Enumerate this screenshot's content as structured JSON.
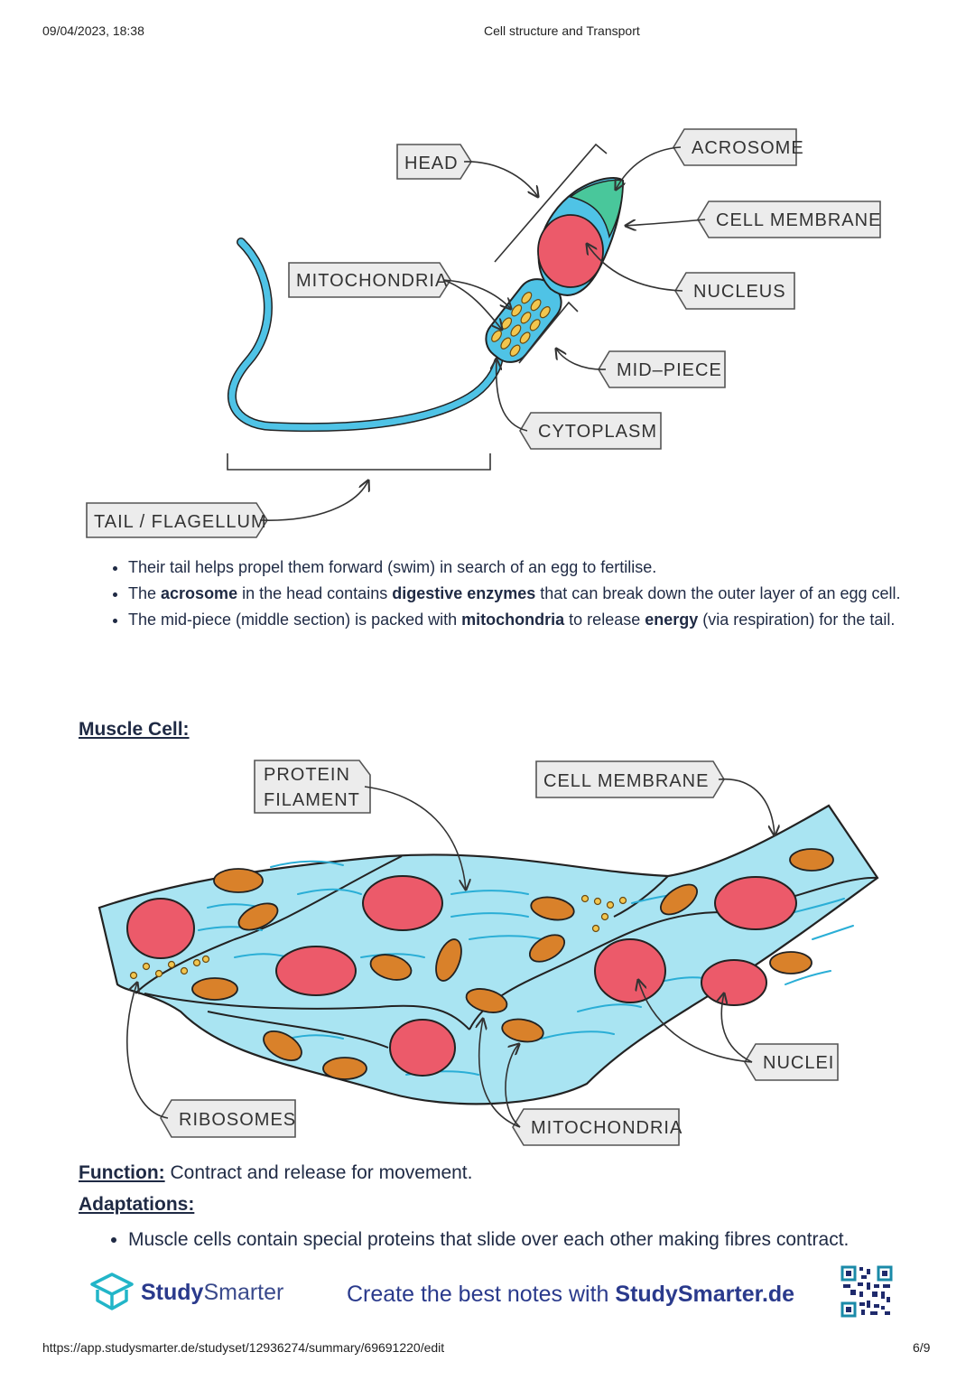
{
  "header": {
    "datetime": "09/04/2023, 18:38",
    "title": "Cell structure and Transport"
  },
  "sperm_diagram": {
    "labels": {
      "head": "HEAD",
      "acrosome": "ACROSOME",
      "cell_membrane": "CELL   MEMBRANE",
      "mitochondria": "MITOCHONDRIA",
      "nucleus": "NUCLEUS",
      "mid_piece": "MID–PIECE",
      "cytoplasm": "CYTOPLASM",
      "tail": "TAIL / FLAGELLUM"
    }
  },
  "sperm_points": [
    {
      "parts": [
        {
          "t": "Their tail helps propel them forward (swim) in search of an egg to fertilise.",
          "b": false
        }
      ]
    },
    {
      "parts": [
        {
          "t": "The ",
          "b": false
        },
        {
          "t": "acrosome",
          "b": true
        },
        {
          "t": " in the head contains ",
          "b": false
        },
        {
          "t": "digestive enzymes",
          "b": true
        },
        {
          "t": " that can break down the outer layer of an egg cell.",
          "b": false
        }
      ]
    },
    {
      "parts": [
        {
          "t": "The mid-piece (middle section) is packed with ",
          "b": false
        },
        {
          "t": "mitochondria",
          "b": true
        },
        {
          "t": " to release ",
          "b": false
        },
        {
          "t": "energy",
          "b": true
        },
        {
          "t": " (via respiration) for the tail.",
          "b": false
        }
      ]
    }
  ],
  "muscle_section": {
    "title": "Muscle Cell:"
  },
  "muscle_diagram": {
    "labels": {
      "protein_filament_1": "PROTEIN",
      "protein_filament_2": "FILAMENT",
      "cell_membrane": "CELL   MEMBRANE",
      "ribosomes": "RIBOSOMES",
      "mitochondria": "MITOCHONDRIA",
      "nuclei": "NUCLEI"
    }
  },
  "function": {
    "label": "Function:",
    "text": " Contract and release for movement."
  },
  "adaptations": {
    "label": "Adaptations:",
    "items": [
      "Muscle cells contain special proteins that slide over each other making fibres contract."
    ]
  },
  "banner": {
    "brand_strong": "Study",
    "brand_light": "Smarter",
    "cta_text": "Create the best notes with ",
    "cta_brand": "StudySmarter.de",
    "brand_color": "#2a3a8c",
    "logo_color": "#22b5c8",
    "logo_icon": "cube-logo-icon",
    "qr_icon": "qr-code-icon"
  },
  "footer": {
    "url": "https://app.studysmarter.de/studyset/12936274/summary/69691220/edit",
    "page": "6/9"
  }
}
